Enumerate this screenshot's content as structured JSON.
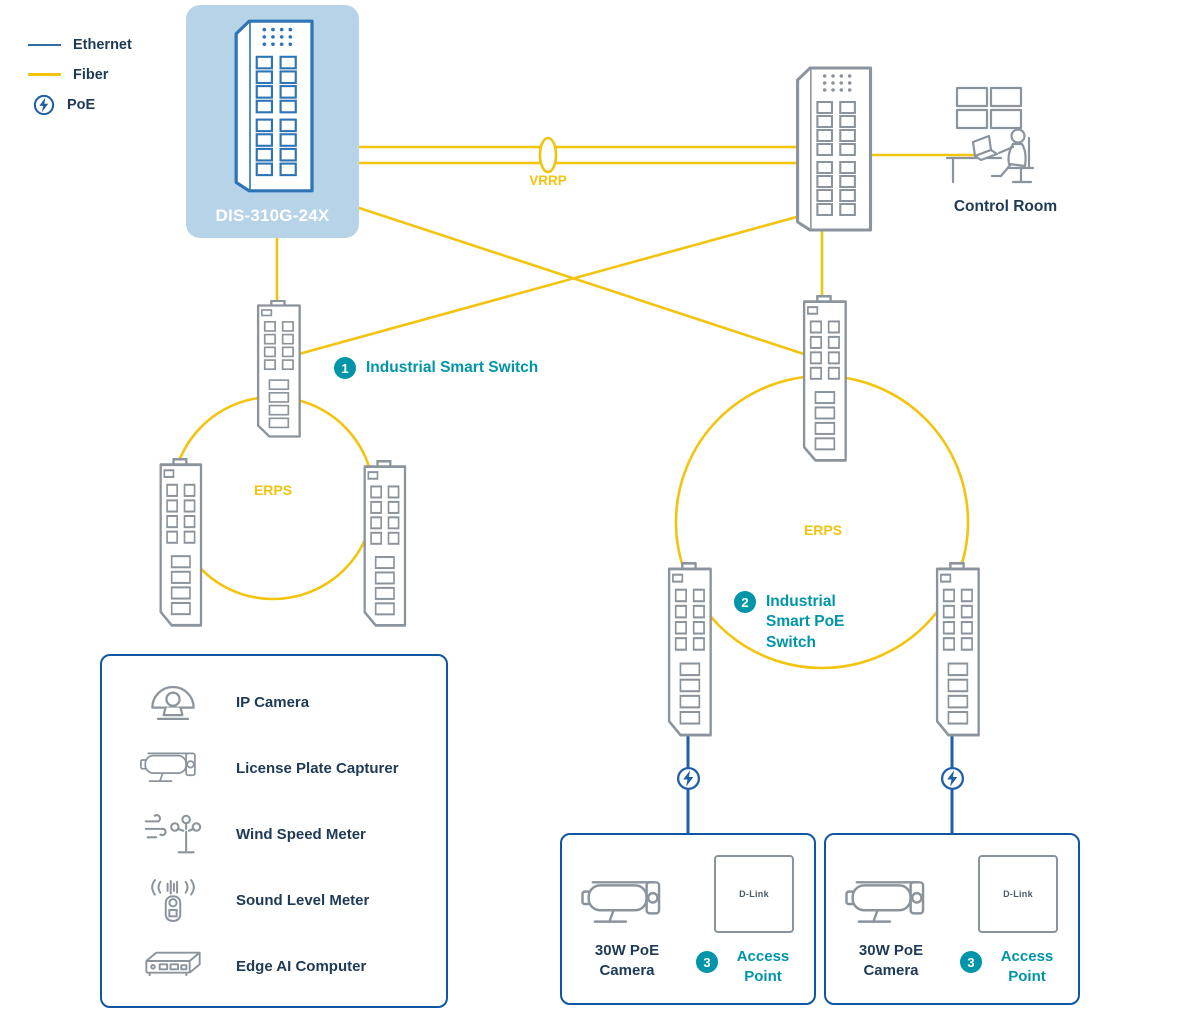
{
  "legend": {
    "items": [
      {
        "id": "ethernet",
        "label": "Ethernet"
      },
      {
        "id": "fiber",
        "label": "Fiber"
      },
      {
        "id": "poe",
        "label": "PoE"
      }
    ]
  },
  "network": {
    "main_switch": {
      "label": "DIS-310G-24X"
    },
    "vrrp_label": "VRRP",
    "control_room_label": "Control Room",
    "left_ring": {
      "label": "ERPS"
    },
    "right_ring": {
      "label": "ERPS"
    },
    "callout_1": {
      "number": "1",
      "label": "Industrial Smart Switch"
    },
    "callout_2": {
      "number": "2",
      "label": "Industrial Smart PoE Switch"
    }
  },
  "device_panel": {
    "items": [
      {
        "icon": "ip-camera-icon",
        "label": "IP Camera"
      },
      {
        "icon": "license-plate-capturer-icon",
        "label": "License Plate Capturer"
      },
      {
        "icon": "wind-speed-meter-icon",
        "label": "Wind Speed Meter"
      },
      {
        "icon": "sound-level-meter-icon",
        "label": "Sound Level Meter"
      },
      {
        "icon": "edge-ai-computer-icon",
        "label": "Edge AI Computer"
      }
    ]
  },
  "poe_groups": [
    {
      "camera_label": "30W PoE Camera",
      "badge_number": "3",
      "ap_label": "Access Point",
      "ap_brand": "D-Link"
    },
    {
      "camera_label": "30W PoE Camera",
      "badge_number": "3",
      "ap_label": "Access Point",
      "ap_brand": "D-Link"
    }
  ],
  "colors": {
    "fiber_yellow": "#F2C40E",
    "ethernet_blue": "#1F5FA8",
    "accent_teal": "#0095A8",
    "text_navy": "#1E3A56",
    "device_outline_gray": "#8B949C",
    "highlight_light_blue": "#B7D3E8",
    "switch_blue": "#2E75B6"
  }
}
